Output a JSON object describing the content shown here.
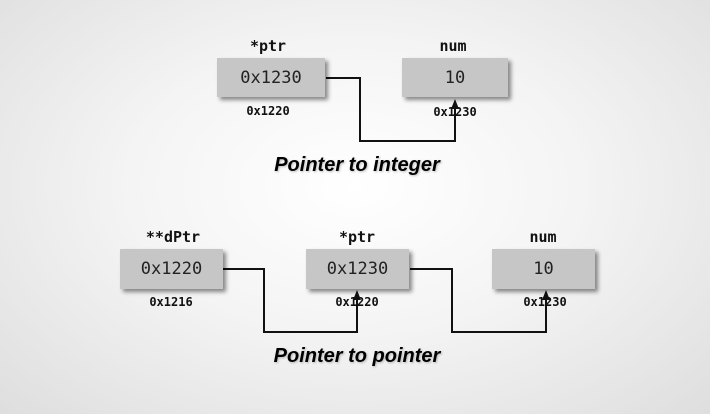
{
  "diagrams": [
    {
      "caption": "Pointer to integer",
      "cells": [
        {
          "name": "*ptr",
          "value": "0x1230",
          "address": "0x1220"
        },
        {
          "name": "num",
          "value": "10",
          "address": "0x1230"
        }
      ]
    },
    {
      "caption": "Pointer to pointer",
      "cells": [
        {
          "name": "**dPtr",
          "value": "0x1220",
          "address": "0x1216"
        },
        {
          "name": "*ptr",
          "value": "0x1230",
          "address": "0x1220"
        },
        {
          "name": "num",
          "value": "10",
          "address": "0x1230"
        }
      ]
    }
  ]
}
